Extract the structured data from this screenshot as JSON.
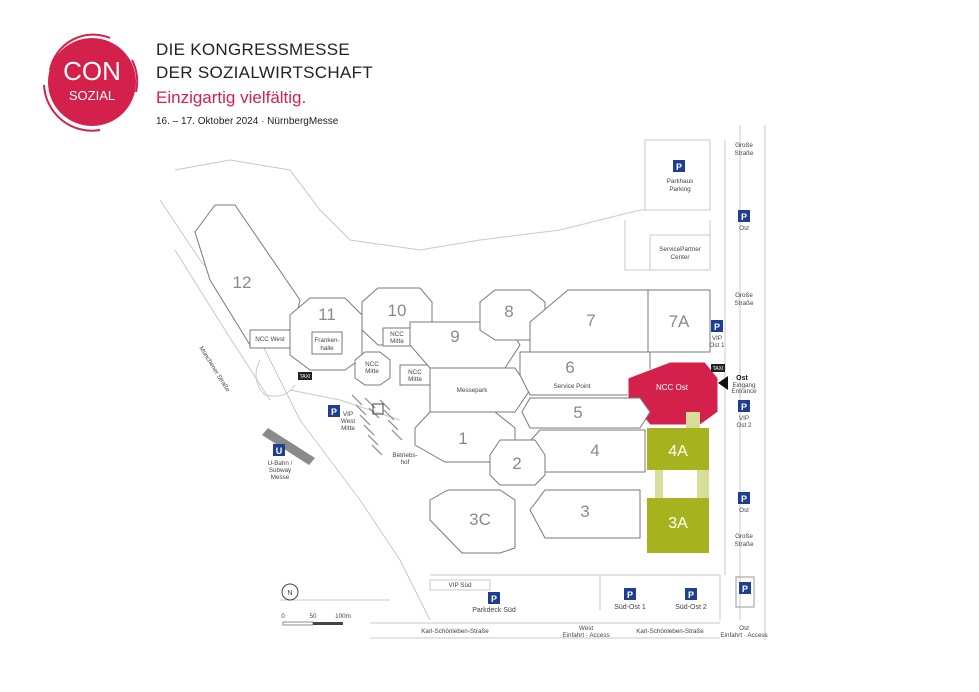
{
  "header": {
    "logo_con": "CON",
    "logo_sozial": "SOZIAL",
    "title_line1": "DIE KONGRESSMESSE",
    "title_line2": "DER SOZIALWIRTSCHAFT",
    "tagline": "Einzigartig vielfältig.",
    "date_venue": "16. – 17. Oktober 2024 · NürnbergMesse"
  },
  "colors": {
    "brand": "#d4214b",
    "highlight_hall": "#a6b21e",
    "highlight_light": "#d7de9a",
    "parking": "#1e3f8f"
  },
  "halls": {
    "h12": "12",
    "h11": "11",
    "h10": "10",
    "h9": "9",
    "h8": "8",
    "h7": "7",
    "h7a": "7A",
    "h6": "6",
    "h5": "5",
    "h4": "4",
    "h4a": "4A",
    "h3": "3",
    "h3a": "3A",
    "h3c": "3C",
    "h2": "2",
    "h1": "1"
  },
  "labels": {
    "ncc_west": "NCC West",
    "frankenhalle_1": "Franken-",
    "frankenhalle_2": "halle",
    "ncc_mitte_a1": "NCC",
    "ncc_mitte_a2": "Mitte",
    "ncc_mitte_b1": "NCC",
    "ncc_mitte_b2": "Mitte",
    "ncc_mitte_c1": "NCC",
    "ncc_mitte_c2": "Mitte",
    "messepark": "Messepark",
    "service_point": "Service Point",
    "ncc_ost": "NCC Ost",
    "ost": "Ost",
    "eingang": "Eingang",
    "entrance": "Entrance",
    "servicepartner_1": "ServicePartner",
    "servicepartner_2": "Center",
    "parkhaus_1": "Parkhaus",
    "parkhaus_2": "Parking",
    "grosse_strasse_1a": "Große",
    "grosse_strasse_1b": "Straße",
    "grosse_strasse_2a": "Große",
    "grosse_strasse_2b": "Straße",
    "grosse_strasse_3a": "Große",
    "grosse_strasse_3b": "Straße",
    "p_ost_top": "Ost",
    "vip_ost1_a": "VIP",
    "vip_ost1_b": "Ost 1",
    "vip_ost2_a": "VIP",
    "vip_ost2_b": "Ost 2",
    "p_ost_mid": "Ost",
    "muenchener_strasse": "Münchener Straße",
    "ubahn_1": "U-Bahn /",
    "ubahn_2": "Subway",
    "ubahn_3": "Messe",
    "vip_west_1": "VIP",
    "vip_west_2": "West",
    "vip_west_3": "Mitte",
    "betriebshof_1": "Betriebs-",
    "betriebshof_2": "hof",
    "vip_sued": "VIP Süd",
    "parkdeck_sued": "Parkdeck Süd",
    "sued_ost_1": "Süd-Ost 1",
    "sued_ost_2": "Süd-Ost 2",
    "karl_1": "Karl-Schönleben-Straße",
    "karl_2": "Karl-Schönleben-Straße",
    "west_entry_1": "West",
    "west_entry_2": "Einfahrt · Access",
    "ost_entry_1": "Ost",
    "ost_entry_2": "Einfahrt · Access",
    "taxi_1": "TAXI",
    "taxi_2": "TAXI",
    "u_symbol": "U",
    "p_symbol": "P",
    "north": "N"
  },
  "scale": {
    "s0": "0",
    "s50": "50",
    "s100": "100m"
  }
}
